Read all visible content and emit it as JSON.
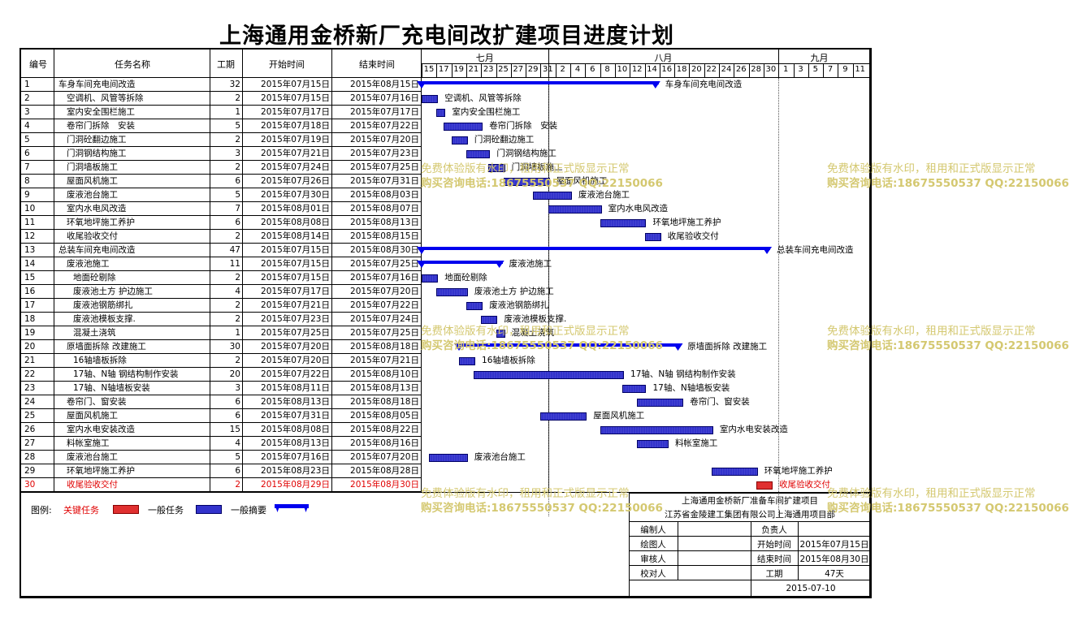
{
  "title": "上海通用金桥新厂充电间改扩建项目进度计划",
  "headers": {
    "num": "编号",
    "name": "任务名称",
    "dur": "工期",
    "start": "开始时间",
    "end": "结束时间"
  },
  "months": [
    "七月",
    "八月",
    "九月"
  ],
  "day_ticks": [
    "15",
    "17",
    "19",
    "21",
    "23",
    "25",
    "27",
    "29",
    "31",
    "2",
    "4",
    "6",
    "8",
    "10",
    "12",
    "14",
    "16",
    "18",
    "20",
    "22",
    "24",
    "26",
    "28",
    "30",
    "1",
    "3",
    "5",
    "7",
    "9",
    "11"
  ],
  "rows": [
    {
      "num": "1",
      "name": "车身车间充电间改造",
      "indent": 0,
      "dur": "32",
      "start": "2015年07月15日",
      "end": "2015年08月15日",
      "type": "summary",
      "label": "车身车间充电间改造"
    },
    {
      "num": "2",
      "name": "空调机、风管等拆除",
      "indent": 1,
      "dur": "2",
      "start": "2015年07月15日",
      "end": "2015年07月16日",
      "type": "task",
      "label": "空调机、风管等拆除"
    },
    {
      "num": "3",
      "name": "室内安全围栏施工",
      "indent": 1,
      "dur": "1",
      "start": "2015年07月17日",
      "end": "2015年07月17日",
      "type": "task",
      "label": "室内安全围栏施工"
    },
    {
      "num": "4",
      "name": "卷帘门拆除　安装",
      "indent": 1,
      "dur": "5",
      "start": "2015年07月18日",
      "end": "2015年07月22日",
      "type": "task",
      "label": "卷帘门拆除　安装"
    },
    {
      "num": "5",
      "name": "门洞砼翻边施工",
      "indent": 1,
      "dur": "2",
      "start": "2015年07月19日",
      "end": "2015年07月20日",
      "type": "task",
      "label": "门洞砼翻边施工"
    },
    {
      "num": "6",
      "name": "门洞钢结构施工",
      "indent": 1,
      "dur": "3",
      "start": "2015年07月21日",
      "end": "2015年07月23日",
      "type": "task",
      "label": "门洞钢结构施工"
    },
    {
      "num": "7",
      "name": "门洞墙板施工",
      "indent": 1,
      "dur": "2",
      "start": "2015年07月24日",
      "end": "2015年07月25日",
      "type": "task",
      "label": "门洞墙板施工"
    },
    {
      "num": "8",
      "name": "屋面风机施工",
      "indent": 1,
      "dur": "6",
      "start": "2015年07月26日",
      "end": "2015年07月31日",
      "type": "task",
      "label": "屋面风机施工"
    },
    {
      "num": "9",
      "name": "废液池台施工",
      "indent": 1,
      "dur": "5",
      "start": "2015年07月30日",
      "end": "2015年08月03日",
      "type": "task",
      "label": "废液池台施工"
    },
    {
      "num": "10",
      "name": "室内水电风改造",
      "indent": 1,
      "dur": "7",
      "start": "2015年08月01日",
      "end": "2015年08月07日",
      "type": "task",
      "label": "室内水电风改造"
    },
    {
      "num": "11",
      "name": "环氧地坪施工养护",
      "indent": 1,
      "dur": "6",
      "start": "2015年08月08日",
      "end": "2015年08月13日",
      "type": "task",
      "label": "环氧地坪施工养护"
    },
    {
      "num": "12",
      "name": "收尾验收交付",
      "indent": 1,
      "dur": "2",
      "start": "2015年08月14日",
      "end": "2015年08月15日",
      "type": "task",
      "label": "收尾验收交付"
    },
    {
      "num": "13",
      "name": "总装车间充电间改造",
      "indent": 0,
      "dur": "47",
      "start": "2015年07月15日",
      "end": "2015年08月30日",
      "type": "summary",
      "label": "总装车间充电间改造"
    },
    {
      "num": "14",
      "name": "废液池施工",
      "indent": 1,
      "dur": "11",
      "start": "2015年07月15日",
      "end": "2015年07月25日",
      "type": "summary",
      "label": "废液池施工"
    },
    {
      "num": "15",
      "name": "地面砼剔除",
      "indent": 2,
      "dur": "2",
      "start": "2015年07月15日",
      "end": "2015年07月16日",
      "type": "task",
      "label": "地面砼剔除"
    },
    {
      "num": "16",
      "name": "废液池土方 护边施工",
      "indent": 2,
      "dur": "4",
      "start": "2015年07月17日",
      "end": "2015年07月20日",
      "type": "task",
      "label": "废液池土方 护边施工"
    },
    {
      "num": "17",
      "name": "废液池钢筋绑扎",
      "indent": 2,
      "dur": "2",
      "start": "2015年07月21日",
      "end": "2015年07月22日",
      "type": "task",
      "label": "废液池钢筋绑扎"
    },
    {
      "num": "18",
      "name": "废液池模板支撑.",
      "indent": 2,
      "dur": "2",
      "start": "2015年07月23日",
      "end": "2015年07月24日",
      "type": "task",
      "label": "废液池模板支撑."
    },
    {
      "num": "19",
      "name": "混凝土浇筑",
      "indent": 2,
      "dur": "1",
      "start": "2015年07月25日",
      "end": "2015年07月25日",
      "type": "task",
      "label": "混凝土浇筑"
    },
    {
      "num": "20",
      "name": "原墙面拆除 改建施工",
      "indent": 1,
      "dur": "30",
      "start": "2015年07月20日",
      "end": "2015年08月18日",
      "type": "summary",
      "label": "原墙面拆除 改建施工"
    },
    {
      "num": "21",
      "name": "16轴墙板拆除",
      "indent": 2,
      "dur": "2",
      "start": "2015年07月20日",
      "end": "2015年07月21日",
      "type": "task",
      "label": "16轴墙板拆除"
    },
    {
      "num": "22",
      "name": "17轴、N轴 钢结构制作安装",
      "indent": 2,
      "dur": "20",
      "start": "2015年07月22日",
      "end": "2015年08月10日",
      "type": "task",
      "label": "17轴、N轴 钢结构制作安装"
    },
    {
      "num": "23",
      "name": "17轴、N轴墙板安装",
      "indent": 2,
      "dur": "3",
      "start": "2015年08月11日",
      "end": "2015年08月13日",
      "type": "task",
      "label": "17轴、N轴墙板安装"
    },
    {
      "num": "24",
      "name": "卷帘门、窗安装",
      "indent": 1,
      "dur": "6",
      "start": "2015年08月13日",
      "end": "2015年08月18日",
      "type": "task",
      "label": "卷帘门、窗安装"
    },
    {
      "num": "25",
      "name": "屋面风机施工",
      "indent": 1,
      "dur": "6",
      "start": "2015年07月31日",
      "end": "2015年08月05日",
      "type": "task",
      "label": "屋面风机施工"
    },
    {
      "num": "26",
      "name": "室内水电安装改造",
      "indent": 1,
      "dur": "15",
      "start": "2015年08月08日",
      "end": "2015年08月22日",
      "type": "task",
      "label": "室内水电安装改造"
    },
    {
      "num": "27",
      "name": "料帐室施工",
      "indent": 1,
      "dur": "4",
      "start": "2015年08月13日",
      "end": "2015年08月16日",
      "type": "task",
      "label": "料帐室施工"
    },
    {
      "num": "28",
      "name": "废液池台施工",
      "indent": 1,
      "dur": "5",
      "start": "2015年07月16日",
      "end": "2015年07月20日",
      "type": "task",
      "label": "废液池台施工"
    },
    {
      "num": "29",
      "name": "环氧地坪施工养护",
      "indent": 1,
      "dur": "6",
      "start": "2015年08月23日",
      "end": "2015年08月28日",
      "type": "task",
      "label": "环氧地坪施工养护"
    },
    {
      "num": "30",
      "name": "收尾验收交付",
      "indent": 1,
      "dur": "2",
      "start": "2015年08月29日",
      "end": "2015年08月30日",
      "type": "critical",
      "label": "收尾验收交付"
    }
  ],
  "legend": {
    "label": "图例:",
    "critical": "关键任务",
    "normal": "一般任务",
    "summary": "一般摘要"
  },
  "colors": {
    "task_fill": "#3333cc",
    "summary": "#0000ee",
    "critical_fill": "#e03030",
    "critical_text": "#e00000"
  },
  "info": {
    "project": "上海通用金桥新厂准备车间扩建项目",
    "company": "江苏省金陵建工集团有限公司上海通用项目部",
    "editor_label": "编制人",
    "owner_label": "负责人",
    "drawer_label": "绘图人",
    "start_label": "开始时间",
    "start_value": "2015年07月15日",
    "reviewer_label": "审核人",
    "end_label": "结束时间",
    "end_value": "2015年08月30日",
    "checker_label": "校对人",
    "dur_label": "工期",
    "dur_value": "47天",
    "date": "2015-07-10"
  },
  "watermark": {
    "line1": "免费体验版有水印，租用和正式版显示正常",
    "line2": "购买咨询电话:18675550537 QQ:22150066"
  },
  "chart_data": {
    "type": "gantt",
    "title": "上海通用金桥新厂充电间改扩建项目进度计划",
    "x_axis": "2015年07月15日 – 2015年09月11日",
    "tasks": [
      {
        "name": "车身车间充电间改造",
        "start": "2015-07-15",
        "end": "2015-08-15",
        "kind": "summary"
      },
      {
        "name": "空调机、风管等拆除",
        "start": "2015-07-15",
        "end": "2015-07-16",
        "kind": "task"
      },
      {
        "name": "室内安全围栏施工",
        "start": "2015-07-17",
        "end": "2015-07-17",
        "kind": "task"
      },
      {
        "name": "卷帘门拆除　安装",
        "start": "2015-07-18",
        "end": "2015-07-22",
        "kind": "task"
      },
      {
        "name": "门洞砼翻边施工",
        "start": "2015-07-19",
        "end": "2015-07-20",
        "kind": "task"
      },
      {
        "name": "门洞钢结构施工",
        "start": "2015-07-21",
        "end": "2015-07-23",
        "kind": "task"
      },
      {
        "name": "门洞墙板施工",
        "start": "2015-07-24",
        "end": "2015-07-25",
        "kind": "task"
      },
      {
        "name": "屋面风机施工",
        "start": "2015-07-26",
        "end": "2015-07-31",
        "kind": "task"
      },
      {
        "name": "废液池台施工",
        "start": "2015-07-30",
        "end": "2015-08-03",
        "kind": "task"
      },
      {
        "name": "室内水电风改造",
        "start": "2015-08-01",
        "end": "2015-08-07",
        "kind": "task"
      },
      {
        "name": "环氧地坪施工养护",
        "start": "2015-08-08",
        "end": "2015-08-13",
        "kind": "task"
      },
      {
        "name": "收尾验收交付",
        "start": "2015-08-14",
        "end": "2015-08-15",
        "kind": "task"
      },
      {
        "name": "总装车间充电间改造",
        "start": "2015-07-15",
        "end": "2015-08-30",
        "kind": "summary"
      },
      {
        "name": "废液池施工",
        "start": "2015-07-15",
        "end": "2015-07-25",
        "kind": "summary"
      },
      {
        "name": "地面砼剔除",
        "start": "2015-07-15",
        "end": "2015-07-16",
        "kind": "task"
      },
      {
        "name": "废液池土方 护边施工",
        "start": "2015-07-17",
        "end": "2015-07-20",
        "kind": "task"
      },
      {
        "name": "废液池钢筋绑扎",
        "start": "2015-07-21",
        "end": "2015-07-22",
        "kind": "task"
      },
      {
        "name": "废液池模板支撑.",
        "start": "2015-07-23",
        "end": "2015-07-24",
        "kind": "task"
      },
      {
        "name": "混凝土浇筑",
        "start": "2015-07-25",
        "end": "2015-07-25",
        "kind": "task"
      },
      {
        "name": "原墙面拆除 改建施工",
        "start": "2015-07-20",
        "end": "2015-08-18",
        "kind": "summary"
      },
      {
        "name": "16轴墙板拆除",
        "start": "2015-07-20",
        "end": "2015-07-21",
        "kind": "task"
      },
      {
        "name": "17轴、N轴 钢结构制作安装",
        "start": "2015-07-22",
        "end": "2015-08-10",
        "kind": "task"
      },
      {
        "name": "17轴、N轴墙板安装",
        "start": "2015-08-11",
        "end": "2015-08-13",
        "kind": "task"
      },
      {
        "name": "卷帘门、窗安装",
        "start": "2015-08-13",
        "end": "2015-08-18",
        "kind": "task"
      },
      {
        "name": "屋面风机施工",
        "start": "2015-07-31",
        "end": "2015-08-05",
        "kind": "task"
      },
      {
        "name": "室内水电安装改造",
        "start": "2015-08-08",
        "end": "2015-08-22",
        "kind": "task"
      },
      {
        "name": "料帐室施工",
        "start": "2015-08-13",
        "end": "2015-08-16",
        "kind": "task"
      },
      {
        "name": "废液池台施工",
        "start": "2015-07-16",
        "end": "2015-07-20",
        "kind": "task"
      },
      {
        "name": "环氧地坪施工养护",
        "start": "2015-08-23",
        "end": "2015-08-28",
        "kind": "task"
      },
      {
        "name": "收尾验收交付",
        "start": "2015-08-29",
        "end": "2015-08-30",
        "kind": "critical"
      }
    ]
  }
}
